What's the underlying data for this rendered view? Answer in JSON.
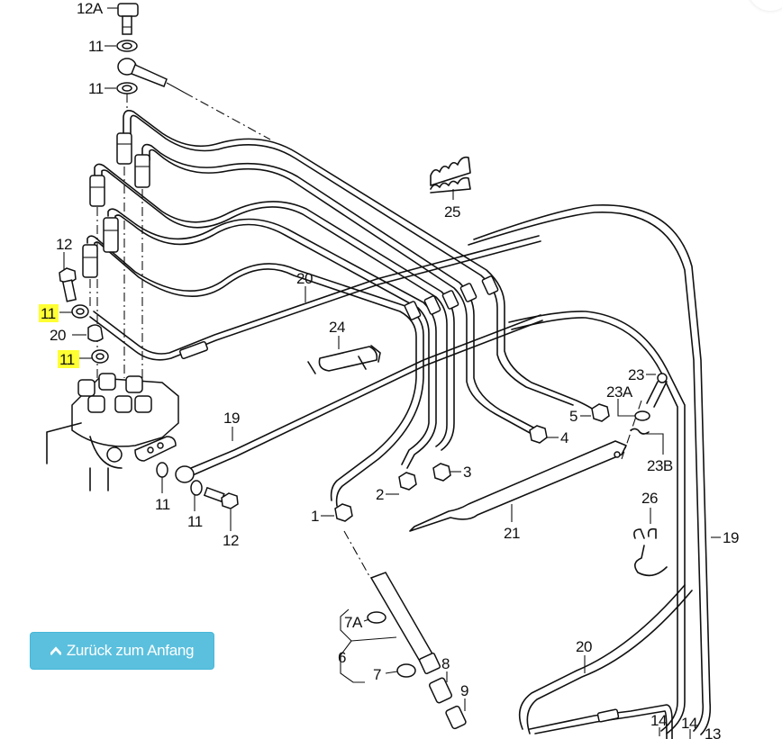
{
  "diagram": {
    "subject": "Fuel injection lines parts diagram",
    "labels": {
      "l12A": "12A",
      "l11_a": "11",
      "l11_b": "11",
      "l12_top": "12",
      "l11_hl1": "11",
      "l20_left": "20",
      "l11_hl2": "11",
      "l20_mid": "20",
      "l25": "25",
      "l24": "24",
      "l19_mid": "19",
      "l11_c": "11",
      "l11_d": "11",
      "l12_bottom": "12",
      "l1": "1",
      "l2": "2",
      "l3": "3",
      "l4": "4",
      "l5": "5",
      "l23": "23",
      "l23A": "23A",
      "l23B": "23B",
      "l21": "21",
      "l26": "26",
      "l19_right": "19",
      "l7A": "7A",
      "l6": "6",
      "l7": "7",
      "l8": "8",
      "l9": "9",
      "l20_bottom": "20",
      "l14_a": "14",
      "l14_b": "14",
      "l13": "13"
    },
    "highlight_color": "#ffff33"
  },
  "nav": {
    "back_to_top_label": "Zurück zum Anfang",
    "back_to_top_icon": "chevron-up-icon",
    "button_color": "#5bc0de"
  }
}
